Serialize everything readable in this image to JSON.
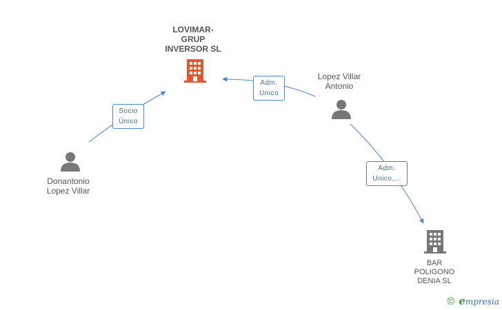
{
  "nodes": {
    "lovimar": {
      "label": "LOVIMAR-\nGRUP\nINVERSOR SL",
      "type": "company",
      "color": "#e8542e"
    },
    "lopez_villar": {
      "label": "Lopez Villar\nAntonio",
      "type": "person"
    },
    "donantonio": {
      "label": "Donantonio\nLopez Villar",
      "type": "person"
    },
    "bar_poligono": {
      "label": "BAR\nPOLIGONO\nDENIA  SL",
      "type": "company",
      "color": "#777777"
    }
  },
  "edges": {
    "e1": {
      "label_line1": "Adm.",
      "label_line2": "Unico"
    },
    "e2": {
      "label_line1": "Socio",
      "label_line2": "Único"
    },
    "e3": {
      "label_line1": "Adm.",
      "label_line2": "Unico,..."
    }
  },
  "footer": {
    "copyright_symbol": "©",
    "brand_initial": "e",
    "brand_rest": "mpresia"
  },
  "colors": {
    "edge": "#4a86c8",
    "person_icon": "#777777"
  }
}
